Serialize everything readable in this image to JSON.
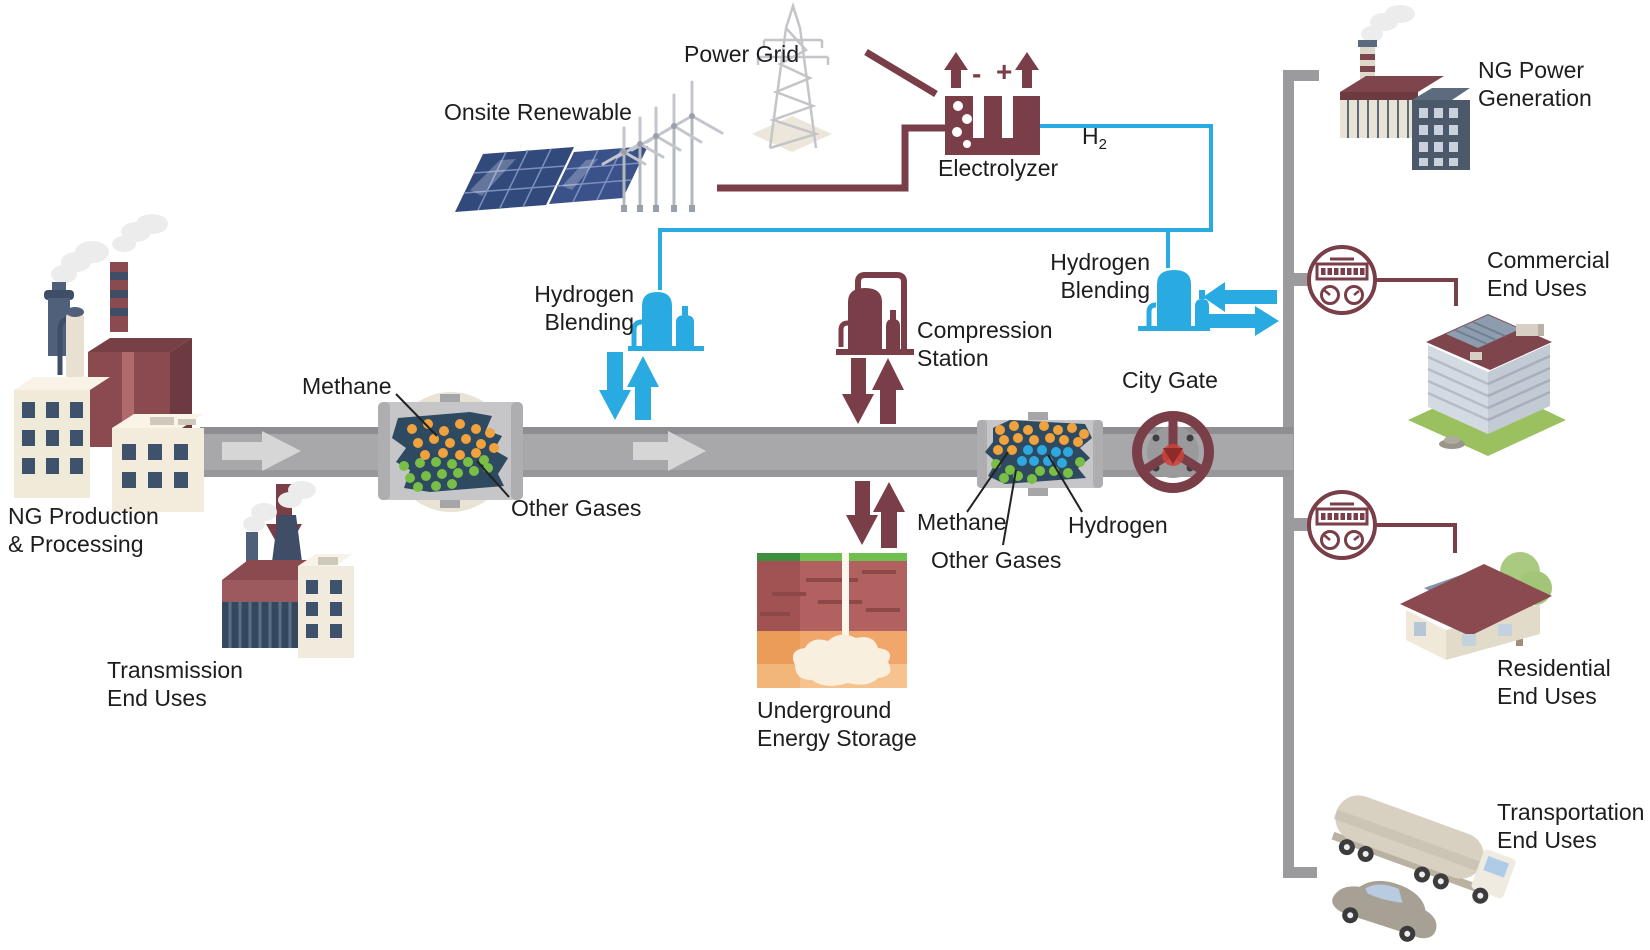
{
  "colors": {
    "accent_maroon": "#7A3E48",
    "accent_blue": "#29ABE2",
    "pipe_gray": "#A8A8AA",
    "distribution_gray": "#9B9B9D",
    "methane_orange": "#F0A23C",
    "other_gases_green": "#79BF45",
    "hydrogen_blue": "#2DA9E0",
    "cutaway_interior": "#2E4A61"
  },
  "nodes": {
    "power_grid": {
      "label": "Power Grid"
    },
    "onsite_renewable": {
      "label": "Onsite Renewable"
    },
    "electrolyzer": {
      "label": "Electrolyzer",
      "minus": "-",
      "plus": "+"
    },
    "h2": {
      "base": "H",
      "sub": "2"
    },
    "hydrogen_blending_upstream": {
      "line1": "Hydrogen",
      "line2": "Blending"
    },
    "hydrogen_blending_downstream": {
      "line1": "Hydrogen",
      "line2": "Blending"
    },
    "compression_station": {
      "line1": "Compression",
      "line2": "Station"
    },
    "city_gate": {
      "label": "City Gate"
    },
    "ng_production": {
      "line1": "NG Production",
      "line2": "& Processing"
    },
    "transmission_end_uses": {
      "line1": "Transmission",
      "line2": "End Uses"
    },
    "underground_energy_storage": {
      "line1": "Underground",
      "line2": "Energy Storage"
    },
    "ng_power_generation": {
      "line1": "NG Power",
      "line2": "Generation"
    },
    "commercial_end_uses": {
      "line1": "Commercial",
      "line2": "End Uses"
    },
    "residential_end_uses": {
      "line1": "Residential",
      "line2": "End Uses"
    },
    "transportation_end_uses": {
      "line1": "Transportation",
      "line2": "End Uses"
    }
  },
  "pipe_contents": {
    "upstream": {
      "methane": "Methane",
      "other_gases": "Other Gases"
    },
    "downstream": {
      "methane": "Methane",
      "hydrogen": "Hydrogen",
      "other_gases": "Other Gases"
    }
  }
}
